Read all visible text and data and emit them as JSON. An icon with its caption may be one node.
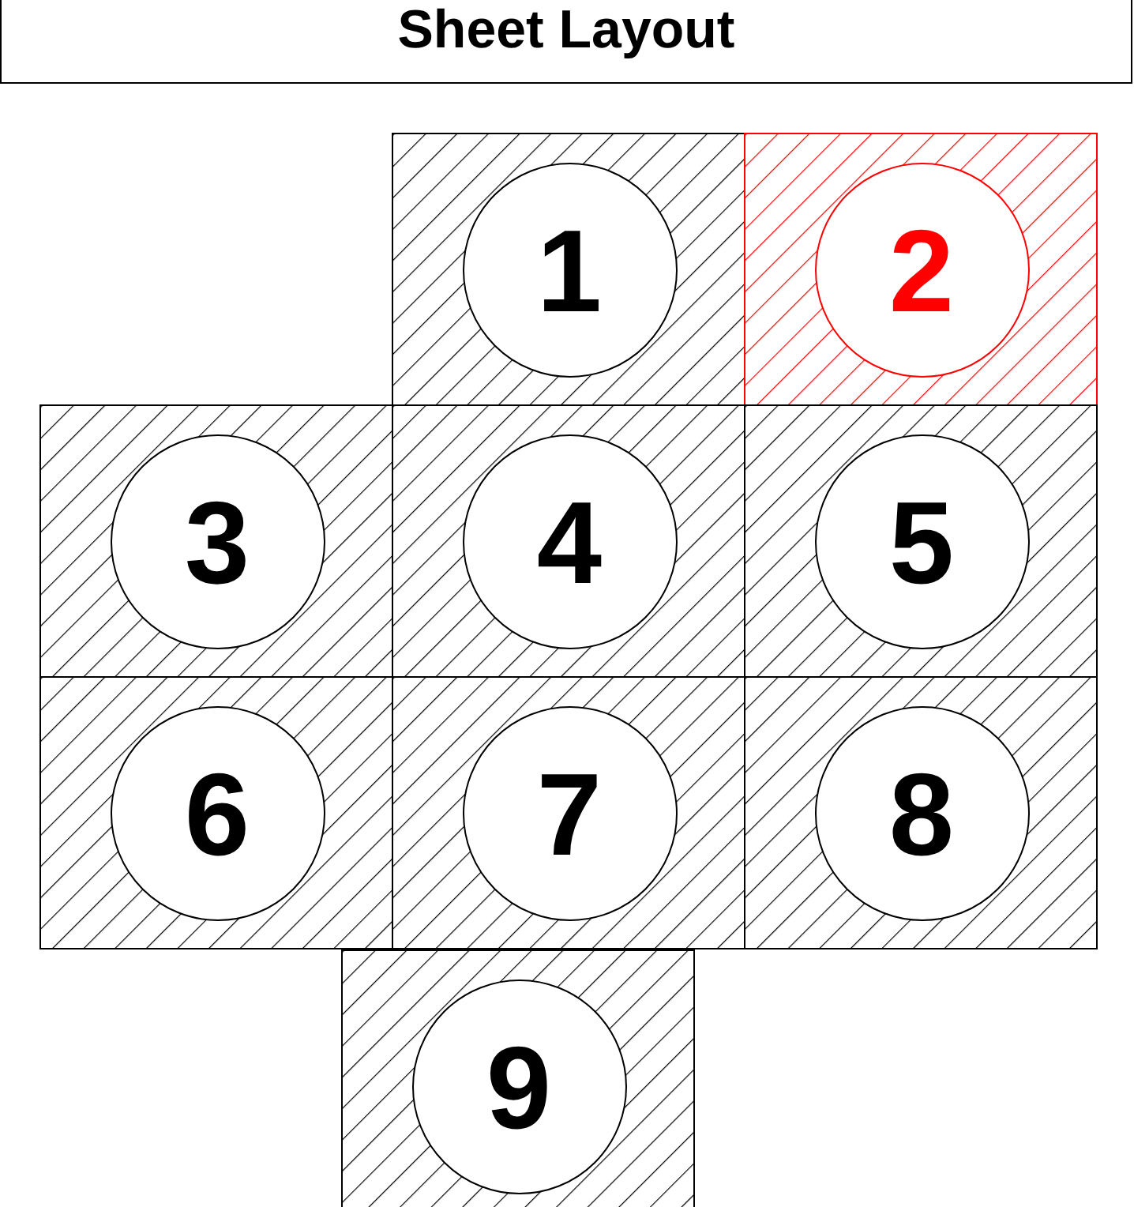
{
  "diagram": {
    "title": "Sheet Layout",
    "nodes": [
      {
        "text": [],
        "shape": "box"
      },
      {
        "text": [
          "1"
        ],
        "in": 0
      },
      {
        "text": [],
        "shape": "box"
      },
      {
        "text": [
          "2"
        ],
        "in": 2
      },
      {
        "text": [],
        "shape": "box"
      },
      {
        "text": [
          "3"
        ],
        "in": 4
      },
      {
        "text": [],
        "shape": "box"
      },
      {
        "text": [
          "4"
        ],
        "in": 6
      },
      {
        "text": [],
        "shape": "box"
      },
      {
        "text": [
          "5"
        ],
        "in": 8
      },
      {
        "text": [],
        "shape": "box"
      },
      {
        "text": [
          "6"
        ],
        "in": 10
      },
      {
        "text": [],
        "shape": "box"
      },
      {
        "text": [
          "7"
        ],
        "in": 12
      },
      {
        "text": [],
        "shape": "box"
      },
      {
        "text": [
          "8"
        ],
        "in": 14
      },
      {
        "text": [],
        "shape": "box"
      },
      {
        "text": [
          "9"
        ],
        "in": 16
      }
    ]
  }
}
